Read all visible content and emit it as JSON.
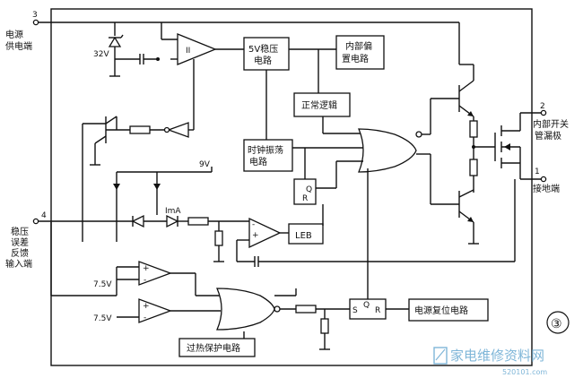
{
  "pins": {
    "p3_num": "3",
    "p3_l1": "电源",
    "p3_l2": "供电端",
    "p4_num": "4",
    "p4_l1": "稳压",
    "p4_l2": "误差",
    "p4_l3": "反馈",
    "p4_l4": "输入端",
    "p2_num": "2",
    "p2_l1": "内部开关",
    "p2_l2": "管漏极",
    "p1_num": "1",
    "p1_l1": "接地端"
  },
  "blocks": {
    "reg5v_l1": "5V稳压",
    "reg5v_l2": "电路",
    "bias_l1": "内部偏",
    "bias_l2": "置电路",
    "normal_logic": "正常逻辑",
    "clock_l1": "时钟振荡",
    "clock_l2": "电路",
    "leb": "LEB",
    "reset": "电源复位电路",
    "thermal": "过热保护电路"
  },
  "labels": {
    "v32": "32V",
    "amp_ii": "II",
    "v9": "9V",
    "ima": "ImA",
    "v75a": "7.5V",
    "v75b": "7.5V",
    "q": "Q",
    "r": "R",
    "s": "S",
    "q2": "Q",
    "r2": "R",
    "plus1": "+",
    "minus1": "-",
    "plus2": "+",
    "minus2": "-",
    "plus3": "+",
    "minus3": "-"
  },
  "figure_number": "③",
  "watermark": {
    "brand": "家电维修资料网",
    "url": "520101.com"
  },
  "colors": {
    "line": "#111111",
    "watermark": "#7fb6d8"
  }
}
